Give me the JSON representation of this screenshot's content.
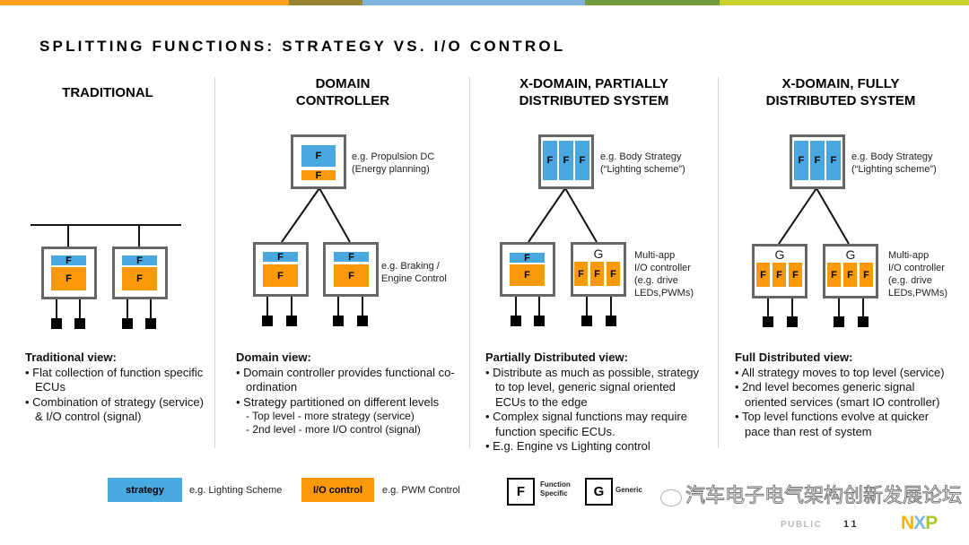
{
  "brand_colors": [
    "#fba11b",
    "#968231",
    "#7db3db",
    "#739a3c",
    "#c8d22a"
  ],
  "title": "SPLITTING FUNCTIONS: STRATEGY VS. I/O CONTROL",
  "columns": [
    {
      "heading": [
        "TRADITIONAL"
      ],
      "view_title": "Traditional view:",
      "bullets": [
        "Flat collection of function specific ECUs",
        "Combination of strategy (service) & I/O control (signal)"
      ]
    },
    {
      "heading": [
        "DOMAIN",
        "CONTROLLER"
      ],
      "top_label": [
        "e.g. Propulsion DC",
        "(Energy planning)"
      ],
      "bottom_label": [
        "e.g. Braking /",
        "Engine Control"
      ],
      "view_title": "Domain view:",
      "bullets": [
        "Domain controller provides functional co-ordination",
        "Strategy partitioned on different levels"
      ],
      "sub_bullets": [
        "Top level - more strategy (service)",
        "2nd level - more I/O control (signal)"
      ]
    },
    {
      "heading": [
        "X-DOMAIN, PARTIALLY",
        "DISTRIBUTED SYSTEM"
      ],
      "top_label": [
        "e.g. Body Strategy",
        "(“Lighting scheme”)"
      ],
      "bottom_label": [
        "Multi-app",
        "I/O controller",
        "(e.g. drive",
        "LEDs,PWMs)"
      ],
      "view_title": "Partially Distributed view:",
      "bullets": [
        "Distribute as much as possible, strategy to top level, generic signal oriented ECUs to the edge",
        "Complex signal functions may require function specific ECUs.",
        "E.g. Engine vs Lighting control"
      ]
    },
    {
      "heading": [
        "X-DOMAIN, FULLY",
        "DISTRIBUTED SYSTEM"
      ],
      "top_label": [
        "e.g. Body Strategy",
        "(“Lighting scheme”)"
      ],
      "bottom_label": [
        "Multi-app",
        "I/O controller",
        "(e.g. drive",
        "LEDs,PWMs)"
      ],
      "view_title": "Full Distributed view:",
      "bullets": [
        "All strategy moves to top level (service)",
        "2nd level becomes generic signal oriented services (smart IO controller)",
        "Top level functions evolve at quicker pace than rest of system"
      ]
    }
  ],
  "block_letters": {
    "function": "F",
    "generic": "G"
  },
  "legend": {
    "strategy": "strategy",
    "strategy_example": "e.g. Lighting Scheme",
    "io": "I/O control",
    "io_example": "e.g. PWM Control",
    "f_label": [
      "Function",
      "Specific"
    ],
    "g_label": "Generic",
    "strategy_color": "#4aa8e0",
    "io_color": "#fa9a0a"
  },
  "watermark": "汽车电子电气架构创新发展论坛",
  "footer": {
    "classification": "PUBLIC",
    "page": "11",
    "logo": "NXP"
  }
}
